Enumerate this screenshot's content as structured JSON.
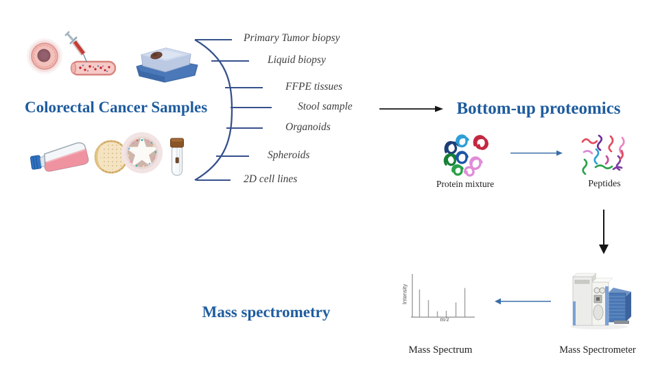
{
  "samples": {
    "title": "Colorectal Cancer Samples",
    "types": [
      "Primary Tumor biopsy",
      "Liquid biopsy",
      "FFPE tissues",
      "Stool sample",
      "Organoids",
      "Spheroids",
      "2D cell lines"
    ]
  },
  "proteomics": {
    "title": "Bottom-up proteomics",
    "protein_mixture_label": "Protein mixture",
    "peptides_label": "Peptides"
  },
  "mass_spectrometry": {
    "title": "Mass spectrometry",
    "spectrum_label": "Mass Spectrum",
    "spectrometer_label": "Mass Spectrometer"
  },
  "chart_data": {
    "type": "bar",
    "title": "Mass Spectrum",
    "xlabel": "m/z",
    "ylabel": "Intensity",
    "x_positions_rel": [
      0.115,
      0.258,
      0.401,
      0.544,
      0.698,
      0.841
    ],
    "intensities_rel": [
      0.95,
      0.58,
      0.19,
      0.21,
      0.5,
      1.0
    ],
    "ylim": [
      0,
      1
    ],
    "grid": false,
    "legend": false
  },
  "icons": [
    "tumor-cell-icon",
    "liquid-biopsy-icon",
    "ffpe-block-icon",
    "culture-flask-icon",
    "spheroid-icon",
    "organoid-icon",
    "stool-tube-icon",
    "protein-mixture-icon",
    "peptides-icon",
    "mass-spectrometer-icon",
    "mass-spectrum-chart"
  ],
  "colors": {
    "title_blue": "#1e5c9e",
    "bracket_navy": "#36508c",
    "label_gray": "#3d3d3d",
    "arrow_black": "#151515",
    "arrow_blue": "#3a6ea8",
    "spectrum_gray": "#a0a0a0"
  }
}
